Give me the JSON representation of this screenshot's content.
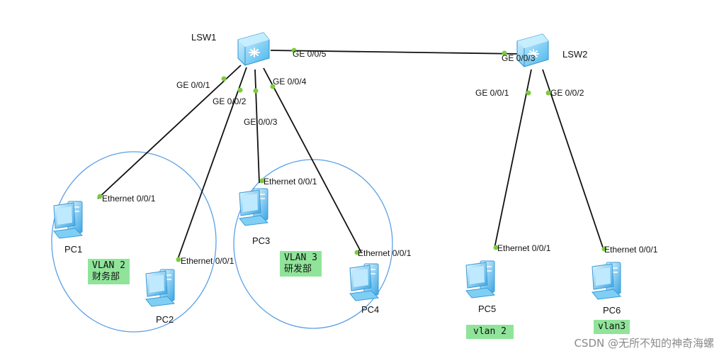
{
  "switches": [
    {
      "id": "lsw1",
      "name": "LSW1"
    },
    {
      "id": "lsw2",
      "name": "LSW2"
    }
  ],
  "pcs": [
    {
      "id": "pc1",
      "name": "PC1"
    },
    {
      "id": "pc2",
      "name": "PC2"
    },
    {
      "id": "pc3",
      "name": "PC3"
    },
    {
      "id": "pc4",
      "name": "PC4"
    },
    {
      "id": "pc5",
      "name": "PC5"
    },
    {
      "id": "pc6",
      "name": "PC6"
    }
  ],
  "links": [
    {
      "id": "l1",
      "from": "lsw1",
      "to": "pc1",
      "from_port": "GE 0/0/1",
      "to_port": "Ethernet 0/0/1"
    },
    {
      "id": "l2",
      "from": "lsw1",
      "to": "pc2",
      "from_port": "GE 0/0/2",
      "to_port": "Ethernet 0/0/1"
    },
    {
      "id": "l3",
      "from": "lsw1",
      "to": "pc3",
      "from_port": "GE 0/0/3",
      "to_port": "Ethernet 0/0/1"
    },
    {
      "id": "l4",
      "from": "lsw1",
      "to": "pc4",
      "from_port": "GE 0/0/4",
      "to_port": "Ethernet 0/0/1"
    },
    {
      "id": "l5",
      "from": "lsw1",
      "to": "lsw2",
      "from_port": "GE 0/0/5",
      "to_port": "GE 0/0/3"
    },
    {
      "id": "l6",
      "from": "lsw2",
      "to": "pc5",
      "from_port": "GE 0/0/1",
      "to_port": "Ethernet 0/0/1"
    },
    {
      "id": "l7",
      "from": "lsw2",
      "to": "pc6",
      "from_port": "GE 0/0/2",
      "to_port": "Ethernet 0/0/1"
    }
  ],
  "vlan_labels": {
    "vlan2_finance": "VLAN 2\n财务部",
    "vlan3_rd": "VLAN 3\n研发部",
    "pc5_vlan": "vlan 2",
    "pc6_vlan": "vlan3"
  },
  "watermark": "CSDN @无所不知的神奇海螺",
  "colors": {
    "link": "#111111",
    "port_dot": "#7ccb3b",
    "vlan_circle": "#5aa0e6",
    "vlan_label_bg": "#90e49a",
    "switch_body": "#7fcff5",
    "pc_body": "#6ec3f0"
  }
}
